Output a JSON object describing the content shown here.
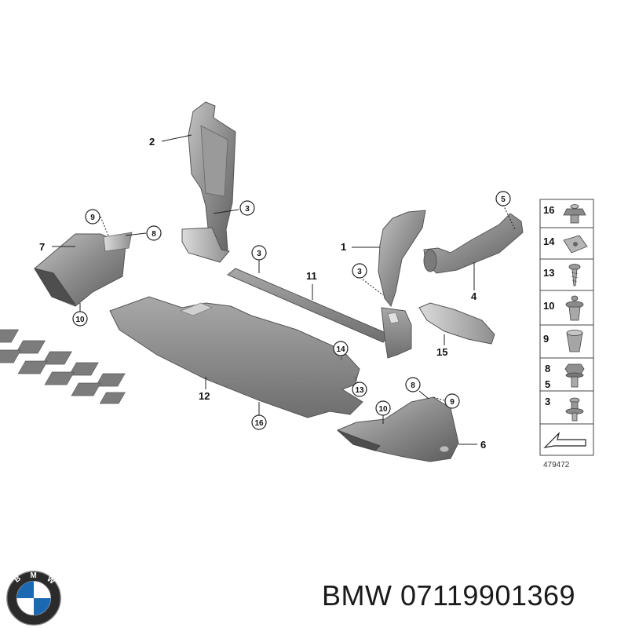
{
  "callouts": [
    "1",
    "2",
    "3",
    "4",
    "5",
    "6",
    "7",
    "8",
    "9",
    "10",
    "11",
    "12",
    "13",
    "14",
    "15",
    "16"
  ],
  "legend": {
    "rows": [
      {
        "num": "16",
        "icon": "push-rivet-icon"
      },
      {
        "num": "14",
        "icon": "spring-nut-icon"
      },
      {
        "num": "13",
        "icon": "screw-icon"
      },
      {
        "num": "10",
        "icon": "expanding-rivet-icon"
      },
      {
        "num": "9",
        "icon": "expansion-nut-icon"
      },
      {
        "num": "8",
        "num2": "5",
        "icon": "hex-bolt-icon"
      },
      {
        "num": "3",
        "icon": "rivet-icon"
      }
    ],
    "diagram_ref": "479472"
  },
  "brand": {
    "logo_letters": "BMW",
    "caption": "BMW 07119901369",
    "colors": {
      "blue": "#1c69b3",
      "dark": "#2b2b2b"
    }
  }
}
